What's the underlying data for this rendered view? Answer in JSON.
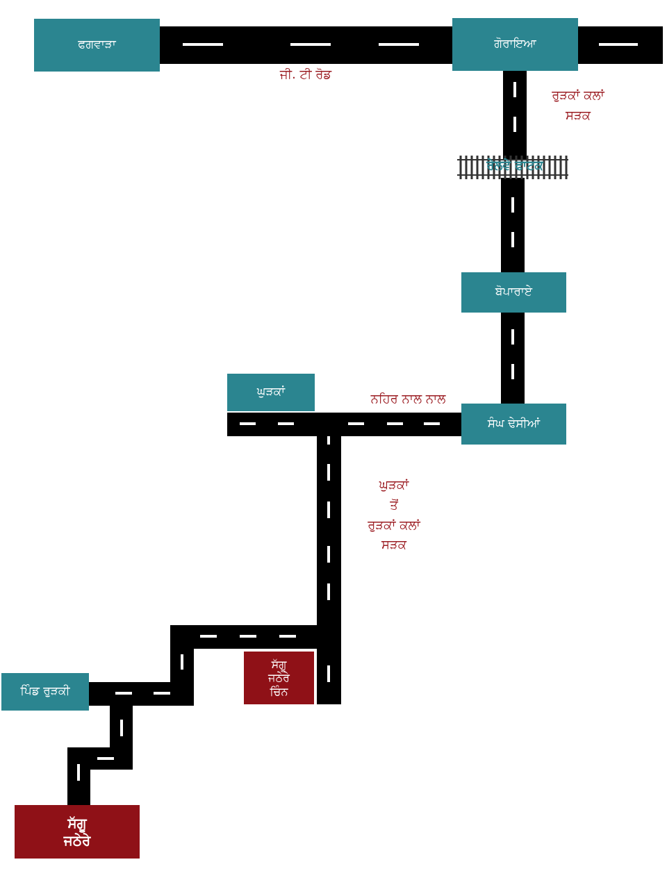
{
  "colors": {
    "road": "#000000",
    "lane_marking": "#ffffff",
    "place_box": "#2b8590",
    "shrine_box": "#8f1117",
    "road_label_text": "#9b1c22",
    "rail_label_text": "#2b8590"
  },
  "places": {
    "phagwara": "ਫਗਵਾੜਾ",
    "goraya": "ਗੋਰਾਇਆ",
    "boparai": "ਬੋਪਾਰਾਏ",
    "ghurka": "ਘੁੜਕਾਂ",
    "sangh_dhesian": "ਸੰਘ ਢੇਸੀਆਂ",
    "pind_rurki": "ਪਿੰਡ ਰੁੜਕੀ"
  },
  "shrines": {
    "main": "ਸੱਗੂ\nਜਠੇਰੇ",
    "marker": "ਸੱਗੂ\nਜਠੇਰੇ\nਚਿੰਨ"
  },
  "roads": {
    "gt_road": "ਜੀ. ਟੀ ਰੋਡ",
    "rurka_kalan_road": "ਰੁੜਕਾਂ ਕਲਾਂ\nਸੜਕ",
    "canal_road": "ਨਹਿਰ ਨਾਲ ਨਾਲ",
    "ghurka_to_rurka_road": "ਘੁੜਕਾਂ\nਤੋਂ\nਰੁੜਕਾਂ ਕਲਾਂ\nਸੜਕ"
  },
  "railway_crossing": "ਰੇਲਵੇ ਫਾਟਕ",
  "icons": {
    "railway": "railway-track-icon"
  }
}
